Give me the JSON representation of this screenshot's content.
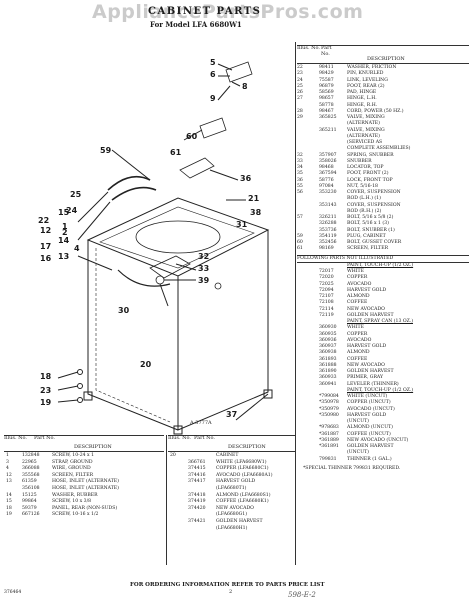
{
  "watermark": "AppliancePartsPros.com",
  "title": "CABINET PARTS",
  "model": "For Model LFA 6680W1",
  "figure_label": "A-3777A",
  "callouts": [
    "5",
    "6",
    "8",
    "9",
    "60",
    "59",
    "61",
    "36",
    "21",
    "25",
    "38",
    "22",
    "33",
    "39",
    "32",
    "30",
    "31",
    "15",
    "14",
    "13",
    "1",
    "2",
    "23",
    "20",
    "12",
    "18",
    "17",
    "16",
    "19",
    "24",
    "4",
    "37"
  ],
  "right_header": {
    "illus": "Illus. No.",
    "part": "Part No.",
    "desc": "DESCRIPTION"
  },
  "right_rows": [
    [
      "22",
      "98411",
      "WASHER, FRICTION"
    ],
    [
      "23",
      "98429",
      "PIN, KNURLED"
    ],
    [
      "24",
      "75587",
      "LINK, LEVELING"
    ],
    [
      "25",
      "96879",
      "FOOT, REAR (2)"
    ],
    [
      "26",
      "58569",
      "PAD, HINGE"
    ],
    [
      "27",
      "98657",
      "HINGE, L.H."
    ],
    [
      "",
      "58778",
      "HINGE, R.H."
    ],
    [
      "28",
      "98467",
      "CORD, POWER (50 HZ.)"
    ],
    [
      "29",
      "365825",
      "VALVE, MIXING"
    ],
    [
      "",
      "",
      "(ALTERNATE)"
    ],
    [
      "",
      "365211",
      "VALVE, MIXING"
    ],
    [
      "",
      "",
      "(ALTERNATE)"
    ],
    [
      "",
      "",
      "(SERVICED AS"
    ],
    [
      "",
      "",
      "COMPLETE ASSEMBLIES)"
    ],
    [
      "32",
      "357907",
      "SPRING, SNUBBER"
    ],
    [
      "33",
      "358026",
      "SNUBBER"
    ],
    [
      "34",
      "98468",
      "LOCATOR, TOP"
    ],
    [
      "35",
      "367594",
      "FOOT, FRONT (2)"
    ],
    [
      "36",
      "58776",
      "LOCK, FRONT TOP"
    ],
    [
      "55",
      "97084",
      "NUT, 5/16-18"
    ],
    [
      "56",
      "353230",
      "COVER, SUSPENSION"
    ],
    [
      "",
      "",
      "ROD (L.H.) (1)"
    ],
    [
      "",
      "353143",
      "COVER, SUSPENSION"
    ],
    [
      "",
      "",
      "ROD (R.H.) (2)"
    ],
    [
      "57",
      "326211",
      "BOLT, 5/16 x 5/8 (2)"
    ],
    [
      "",
      "326288",
      "BOLT, 5/16 x 1 (3)"
    ],
    [
      "",
      "353736",
      "BOLT, SNUBBER (1)"
    ],
    [
      "59",
      "354119",
      "PLUG, CABINET"
    ],
    [
      "60",
      "352456",
      "BOLT, GUSSET COVER"
    ],
    [
      "61",
      "98169",
      "SCREEN, FILTER"
    ]
  ],
  "following_heading": "FOLLOWING PARTS NOT ILLUSTRATED",
  "paint_heading_1": "PAINT, TOUCH-UP (1/2 OZ.)",
  "paint_rows_1": [
    [
      "72017",
      "WHITE"
    ],
    [
      "72020",
      "COPPER"
    ],
    [
      "72025",
      "AVOCADO"
    ],
    [
      "72094",
      "HARVEST GOLD"
    ],
    [
      "72107",
      "ALMOND"
    ],
    [
      "72108",
      "COFFEE"
    ],
    [
      "72114",
      "NEW AVOCADO"
    ],
    [
      "72119",
      "GOLDEN HARVEST"
    ]
  ],
  "paint_heading_2": "PAINT, SPRAY CAN (13 OZ.)",
  "paint_rows_2": [
    [
      "360930",
      "WHITE"
    ],
    [
      "360935",
      "COPPER"
    ],
    [
      "360936",
      "AVOCADO"
    ],
    [
      "360937",
      "HARVEST GOLD"
    ],
    [
      "360938",
      "ALMOND"
    ],
    [
      "361893",
      "COFFEE"
    ],
    [
      "361888",
      "NEW AVOCADO"
    ],
    [
      "361890",
      "GOLDEN HARVEST"
    ],
    [
      "360933",
      "PRIMER, GRAY"
    ],
    [
      "360941",
      "LEVELER (THINNER)"
    ]
  ],
  "paint_heading_3": "PAINT, TOUCH-UP (1/2 OZ.)",
  "paint_rows_3": [
    [
      "*799084",
      "WHITE (UNCUT)"
    ],
    [
      "*350978",
      "COPPER (UNCUT)"
    ],
    [
      "*350979",
      "AVOCADO (UNCUT)"
    ],
    [
      "*350980",
      "HARVEST GOLD"
    ],
    [
      "",
      "(UNCUT)"
    ],
    [
      "*978683",
      "ALMOND (UNCUT)"
    ],
    [
      "*361887",
      "COFFEE (UNCUT)"
    ],
    [
      "*361889",
      "NEW AVOCADO (UNCUT)"
    ],
    [
      "*361891",
      "GOLDEN HARVEST"
    ],
    [
      "",
      "(UNCUT)"
    ],
    [
      "799831",
      "THINNER (1 GAL.)"
    ]
  ],
  "special_note": "*SPECIAL THINNER 799831 REQUIRED.",
  "left_header": {
    "illus": "Illus. No.",
    "part": "Part No.",
    "desc": "DESCRIPTION"
  },
  "left_rows": [
    [
      "1",
      "132848",
      "SCREW, 10-24 x 1"
    ],
    [
      "3",
      "22965",
      "STRAP, GROUND"
    ],
    [
      "4",
      "366088",
      "WIRE, GROUND"
    ],
    [
      "12",
      "355568",
      "SCREEN, FILTER"
    ],
    [
      "13",
      "61359",
      "HOSE, INLET (ALTERNATE)"
    ],
    [
      "",
      "356108",
      "HOSE, INLET (ALTERNATE)"
    ],
    [
      "14",
      "15125",
      "WASHER, RUBBER"
    ],
    [
      "15",
      "99864",
      "SCREW, 10 x 3/8"
    ],
    [
      "18",
      "59379",
      "PANEL, REAR (NON-SUDS)"
    ],
    [
      "19",
      "667126",
      "SCREW, 10-16 x 1/2"
    ]
  ],
  "mid_header": {
    "illus": "Illus. No.",
    "part": "Part No.",
    "desc": "DESCRIPTION"
  },
  "mid_rows": [
    [
      "20",
      "",
      "CABINET"
    ],
    [
      "",
      "366761",
      "WHITE (LFA6680W1)"
    ],
    [
      "",
      "374415",
      "COPPER (LFA6680C1)"
    ],
    [
      "",
      "374416",
      "AVOCADO (LFA6680A1)"
    ],
    [
      "",
      "374417",
      "HARVEST GOLD"
    ],
    [
      "",
      "",
      "(LFA6680T1)"
    ],
    [
      "",
      "374418",
      "ALMOND (LFA6680S1)"
    ],
    [
      "",
      "374419",
      "COFFEE (LFA6680K1)"
    ],
    [
      "",
      "374420",
      "NEW AVOCADO"
    ],
    [
      "",
      "",
      "(LFA6680G1)"
    ],
    [
      "",
      "374421",
      "GOLDEN HARVEST"
    ],
    [
      "",
      "",
      "(LFA6680H1)"
    ]
  ],
  "order_info": "FOR ORDERING INFORMATION REFER TO PARTS PRICE LIST",
  "page_number": "2",
  "footer_code": "376464",
  "handwritten": "598-E-2"
}
